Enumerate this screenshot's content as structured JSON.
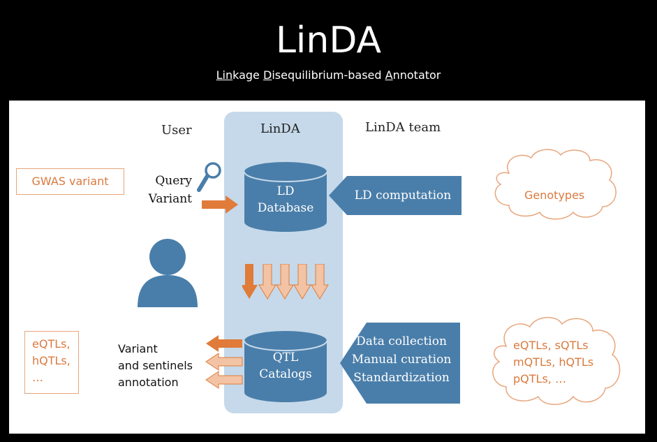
{
  "header": {
    "title": "LinDA",
    "subtitle_parts": [
      "Lin",
      "kage ",
      "D",
      "isequilibrium-based ",
      "A",
      "nnotator"
    ]
  },
  "columns": {
    "user": "User",
    "linda": "LinDA",
    "team": "LinDA team"
  },
  "left": {
    "gwas_variant": "GWAS variant",
    "query_line1": "Query",
    "query_line2": "Variant",
    "results_lines": [
      "eQTLs,",
      "hQTLs,",
      "…"
    ],
    "annotation_lines": [
      "Variant",
      "and sentinels",
      "annotation"
    ]
  },
  "databases": {
    "ld": [
      "LD",
      "Database"
    ],
    "qtl": [
      "QTL",
      "Catalogs"
    ]
  },
  "team": {
    "ld_computation": "LD computation",
    "curation_lines": [
      "Data collection",
      "Manual curation",
      "Standardization"
    ]
  },
  "sources": {
    "genotypes": "Genotypes",
    "qtl_types": [
      "eQTLs, sQTLs",
      "mQTLs, hQTLs",
      "pQTLs, …"
    ]
  },
  "colors": {
    "blue": "#4a7eaa",
    "column_bg": "#c5d9ea",
    "orange": "#e07b39",
    "orange_light": "#f2c3a4",
    "orange_text": "#d97a3f"
  }
}
